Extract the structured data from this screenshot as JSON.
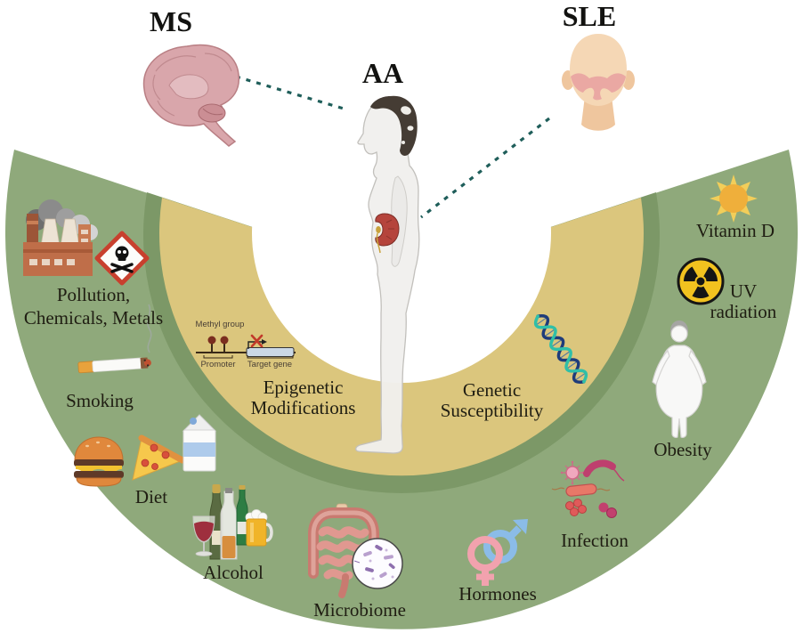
{
  "diseases": {
    "ms": {
      "label": "MS"
    },
    "aa": {
      "label": "AA"
    },
    "sle": {
      "label": "SLE"
    }
  },
  "factors": {
    "pollution": {
      "line1": "Pollution,",
      "line2": "Chemicals, Metals"
    },
    "smoking": {
      "label": "Smoking"
    },
    "diet": {
      "label": "Diet"
    },
    "alcohol": {
      "label": "Alcohol"
    },
    "microbiome": {
      "label": "Microbiome"
    },
    "hormones": {
      "label": "Hormones"
    },
    "infection": {
      "label": "Infection"
    },
    "obesity": {
      "label": "Obesity"
    },
    "uv": {
      "line1": "UV",
      "line2": "radiation"
    },
    "vitamin_d": {
      "label": "Vitamin D"
    }
  },
  "inner": {
    "epigenetic": {
      "line1": "Epigenetic",
      "line2": "Modifications"
    },
    "genetic": {
      "line1": "Genetic",
      "line2": "Susceptibility"
    }
  },
  "epigenetic_diagram": {
    "methyl_group": "Methyl group",
    "promoter": "Promoter",
    "target_gene": "Target gene"
  },
  "icons": {
    "ms": "brain-icon",
    "sle": "face-malar-rash-icon",
    "aa": "human-body-profile-icon",
    "pollution": [
      "factory-icon",
      "toxic-hazard-icon"
    ],
    "smoking": "cigarette-icon",
    "diet": [
      "burger-icon",
      "pizza-icon",
      "milk-carton-icon"
    ],
    "alcohol": [
      "wine-glass-icon",
      "champagne-bottle-icon",
      "spirits-bottle-icon",
      "beer-bottle-icon",
      "beer-mug-icon"
    ],
    "microbiome": [
      "intestine-icon",
      "bacteria-magnifier-icon"
    ],
    "hormones": [
      "female-symbol-icon",
      "male-symbol-icon"
    ],
    "infection": "microbes-icon",
    "obesity": "obese-figure-icon",
    "uv": "radiation-icon",
    "vitamin_d": "sun-icon",
    "genetic": "dna-icon",
    "epigenetic": "methylation-diagram"
  },
  "colors": {
    "outer_ring": "#8FA97B",
    "inner_rim": "#7C9867",
    "middle_ring": "#DBC67D",
    "center": "#FFFFFF",
    "connector": "#1F5E5A",
    "label_text": "#1F1D12"
  }
}
